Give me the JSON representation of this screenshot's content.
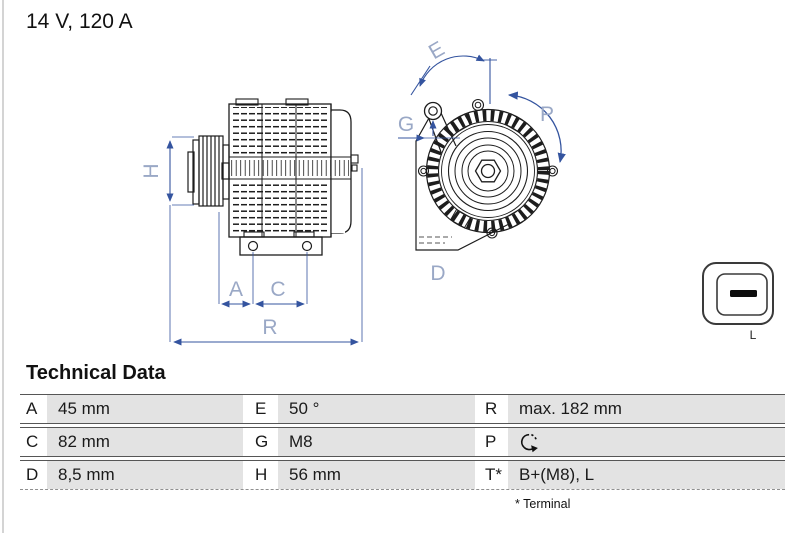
{
  "header": {
    "title": "14 V, 120 A"
  },
  "diagram": {
    "labels": {
      "H": "H",
      "A": "A",
      "C": "C",
      "R": "R",
      "E": "E",
      "G": "G",
      "P": "P",
      "D": "D"
    },
    "connector_label": "L"
  },
  "colors": {
    "dimension_blue": "#34549f",
    "diagram_label_blue": "#9aa8c6",
    "table_cell_gray": "#e3e3e3",
    "drawing_black": "#1d1d1d"
  },
  "technical_data": {
    "heading": "Technical Data",
    "rows": [
      [
        {
          "key": "A",
          "value": "45 mm"
        },
        {
          "key": "E",
          "value": "50 °"
        },
        {
          "key": "R",
          "value": "max. 182 mm"
        }
      ],
      [
        {
          "key": "C",
          "value": "82 mm"
        },
        {
          "key": "G",
          "value": "M8"
        },
        {
          "key": "P",
          "value": "",
          "icon": "rotation-clockwise"
        }
      ],
      [
        {
          "key": "D",
          "value": "8,5 mm"
        },
        {
          "key": "H",
          "value": "56 mm"
        },
        {
          "key": "T*",
          "value": "B+(M8), L"
        }
      ]
    ],
    "footnote": "* Terminal"
  }
}
